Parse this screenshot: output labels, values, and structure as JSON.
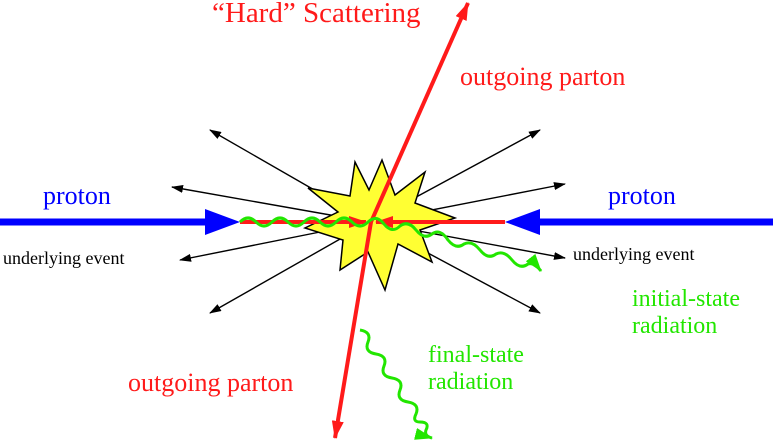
{
  "labels": {
    "title": "“Hard” Scattering",
    "outgoing_parton_top": "outgoing parton",
    "outgoing_parton_bottom": "outgoing parton",
    "proton_left": "proton",
    "proton_right": "proton",
    "underlying_event_left": "underlying event",
    "underlying_event_right": "underlying event",
    "initial_state_line1": "initial-state",
    "initial_state_line2": "radiation",
    "final_state_line1": "final-state",
    "final_state_line2": "radiation"
  },
  "colors": {
    "parton": "#ff1a1a",
    "proton": "#0000ff",
    "radiation": "#22e600",
    "underlying_event": "#000000",
    "star_fill": "#ffff33",
    "star_stroke": "#000000"
  }
}
